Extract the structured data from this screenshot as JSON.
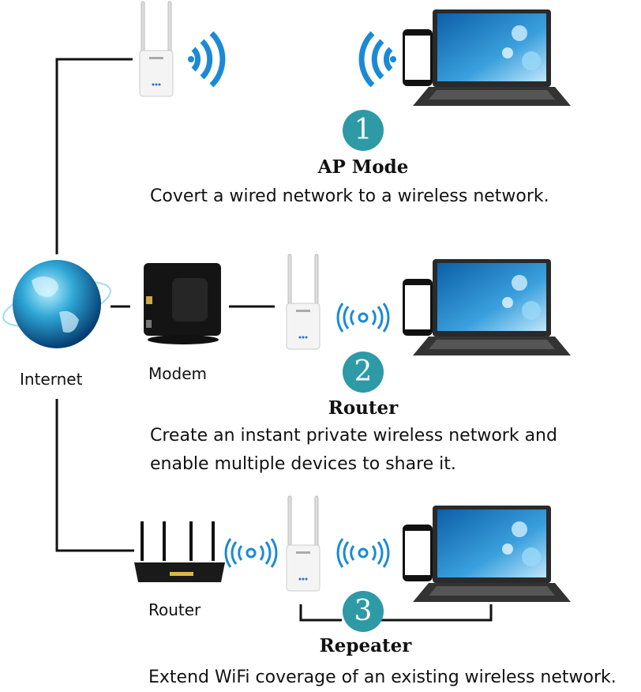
{
  "colors": {
    "accent_circle": "#2d9aa6",
    "wifi_signal": "#1b8ad6",
    "line": "#111111"
  },
  "nodes": {
    "internet": "Internet",
    "modem": "Modem",
    "router": "Router"
  },
  "modes": [
    {
      "number": "1",
      "title": "AP Mode",
      "description": [
        "Covert a wired network to a wireless network."
      ]
    },
    {
      "number": "2",
      "title": "Router",
      "description": [
        "Create an instant private wireless network and",
        "enable multiple devices to share it."
      ]
    },
    {
      "number": "3",
      "title": "Repeater",
      "description": [
        "Extend WiFi coverage of an existing wireless network."
      ]
    }
  ],
  "icons": [
    "globe-icon",
    "modem-icon",
    "router-icon",
    "extender-icon",
    "wifi-signal-icon",
    "phone-icon",
    "laptop-icon"
  ]
}
